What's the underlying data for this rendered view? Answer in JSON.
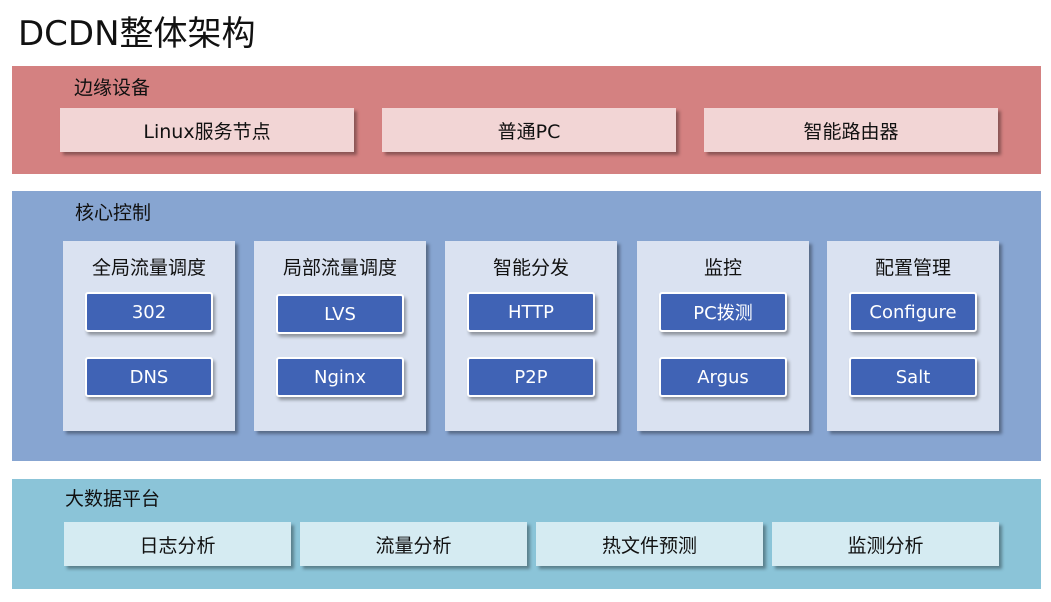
{
  "title": "DCDN整体架构",
  "layers": {
    "edge": {
      "label": "边缘设备",
      "items": [
        "Linux服务节点",
        "普通PC",
        "智能路由器"
      ]
    },
    "core": {
      "label": "核心控制",
      "groups": [
        {
          "title": "全局流量调度",
          "items": [
            "302",
            "DNS"
          ]
        },
        {
          "title": "局部流量调度",
          "items": [
            "LVS",
            "Nginx"
          ]
        },
        {
          "title": "智能分发",
          "items": [
            "HTTP",
            "P2P"
          ]
        },
        {
          "title": "监控",
          "items": [
            "PC拨测",
            "Argus"
          ]
        },
        {
          "title": "配置管理",
          "items": [
            "Configure",
            "Salt"
          ]
        }
      ]
    },
    "bigdata": {
      "label": "大数据平台",
      "items": [
        "日志分析",
        "流量分析",
        "热文件预测",
        "监测分析"
      ]
    }
  },
  "colors": {
    "edge_layer": "#d48181",
    "edge_box": "#f2d5d5",
    "core_layer": "#87a5d1",
    "core_card": "#dae2f1",
    "core_pill": "#4063b5",
    "bigdata_layer": "#8bc4d8",
    "bigdata_box": "#d5ebf2"
  }
}
